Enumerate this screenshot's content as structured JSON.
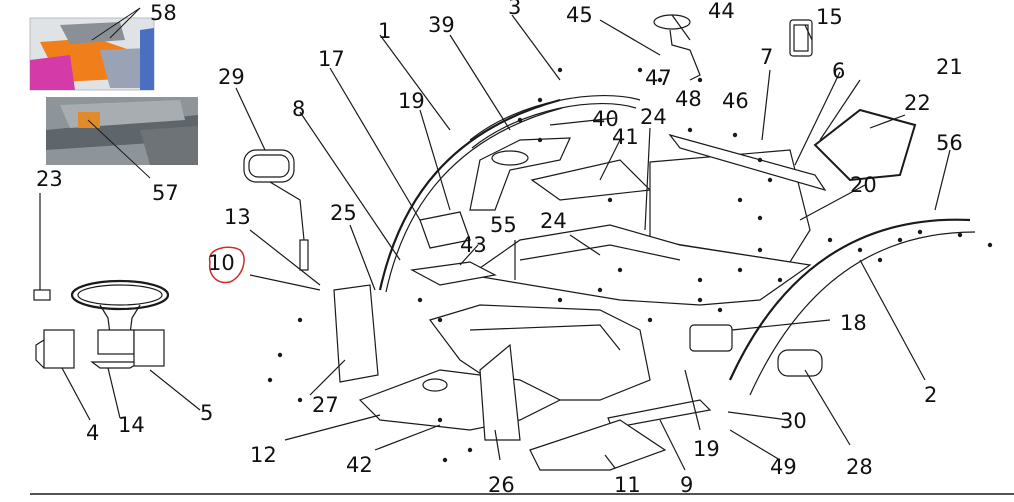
{
  "diagram": {
    "callouts": [
      "58",
      "57",
      "23",
      "29",
      "13",
      "10",
      "25",
      "17",
      "19",
      "8",
      "1",
      "39",
      "3",
      "45",
      "44",
      "15",
      "47",
      "48",
      "46",
      "7",
      "6",
      "21",
      "22",
      "40",
      "41",
      "24",
      "24",
      "55",
      "43",
      "20",
      "56",
      "18",
      "2",
      "30",
      "28",
      "49",
      "19",
      "9",
      "11",
      "26",
      "42",
      "12",
      "27",
      "4",
      "14",
      "5"
    ],
    "highlight_callout": "10",
    "colors": {
      "line": "#1a1a1a",
      "text": "#111111",
      "highlight": "#d22a2a",
      "inset_orange": "#f07e1b",
      "inset_magenta": "#d43aa8",
      "inset_blue": "#4a6fc0",
      "inset_grey": "#8a9095"
    },
    "inset_images": [
      "assembly-photo-58",
      "chassis-photo-57"
    ]
  }
}
